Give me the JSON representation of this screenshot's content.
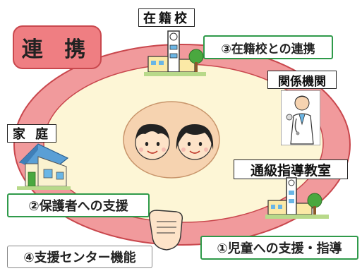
{
  "title": "連 携",
  "nodes": {
    "zaisekiko": "在籍校",
    "kankei_kikan": "関係機関",
    "katei": "家 庭",
    "tsukyu": "通級指導教室"
  },
  "labels": {
    "l3": "③在籍校との連携",
    "l2": "②保護者への支援",
    "l1": "①児童への支援・指導",
    "l4": "④支援センター機能"
  },
  "colors": {
    "ring": "#f19a9c",
    "ring_stroke": "#c9474d",
    "inner": "#fdf6d6",
    "face_circle": "#f6d3b0",
    "accent_green": "#2f9a4a"
  },
  "icons": {
    "school": "school-building-icon",
    "doctor": "doctor-icon",
    "house": "house-icon",
    "children": "children-faces-icon",
    "hand": "hand-icon"
  }
}
